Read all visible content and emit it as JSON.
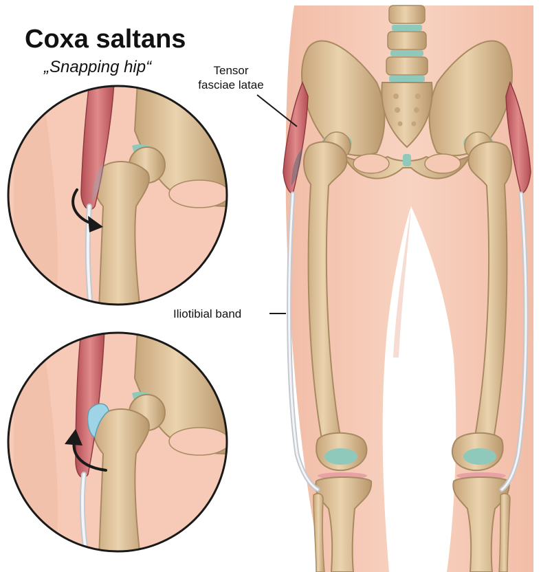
{
  "title": "Coxa saltans",
  "subtitle": "„Snapping hip“",
  "labels": {
    "tensor_line1": "Tensor",
    "tensor_line2": "fasciae latae",
    "iliotibial_band": "Iliotibial band"
  },
  "colors": {
    "skin": "#f6c9b5",
    "bone": "#d9bc93",
    "bone_shade": "#b89a70",
    "cartilage": "#8fc9bb",
    "muscle": "#c9646a",
    "tendon": "#e4e8ee",
    "arrow": "#1a1a1a"
  }
}
